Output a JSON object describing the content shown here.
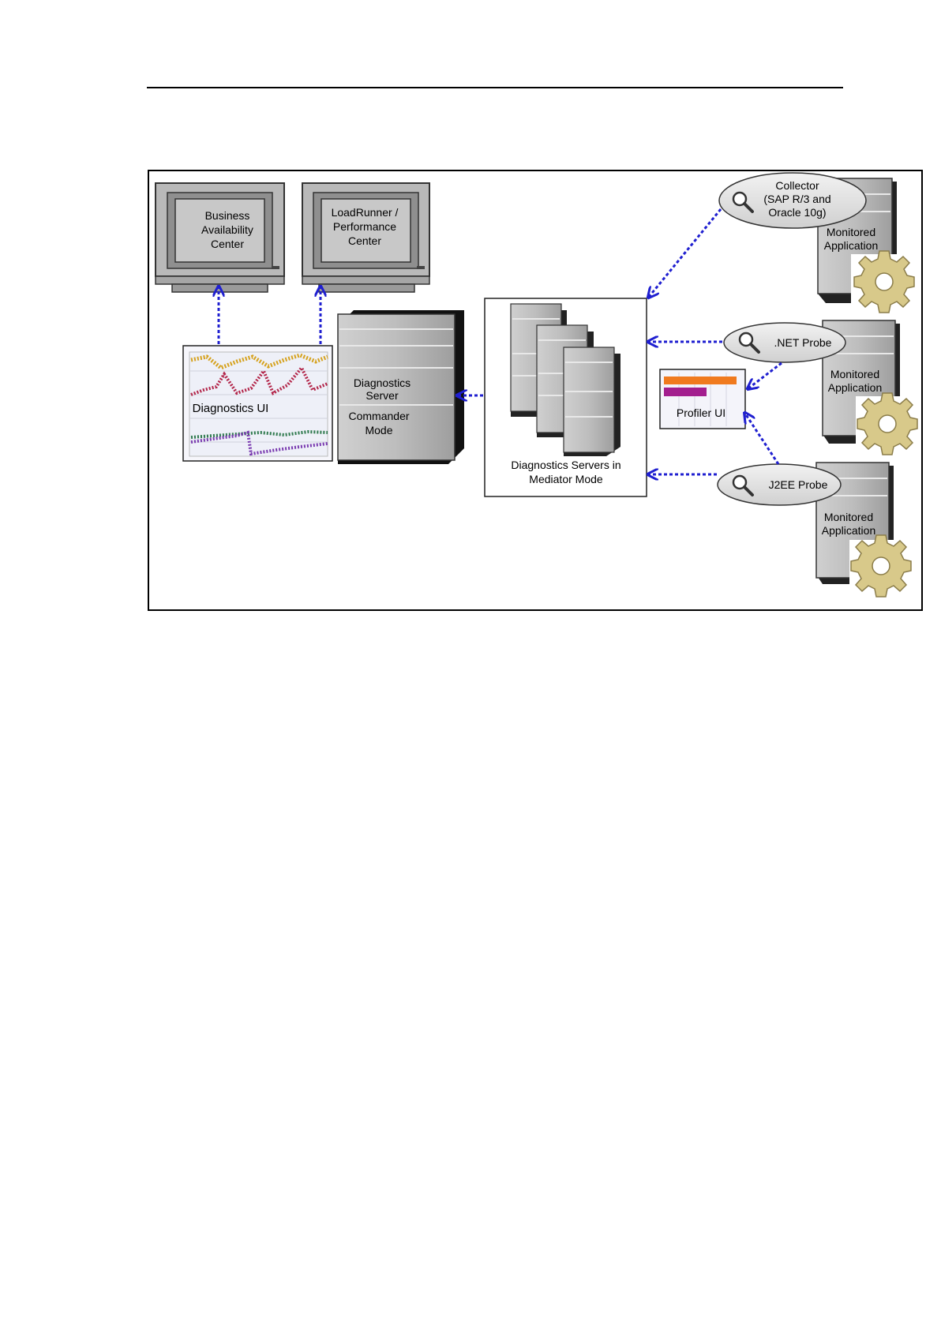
{
  "nodes": {
    "bac": {
      "lines": [
        "Business",
        "Availability",
        "Center"
      ]
    },
    "lrpc": {
      "lines": [
        "LoadRunner /",
        "Performance",
        "Center"
      ]
    },
    "diag_ui": {
      "label": "Diagnostics UI"
    },
    "commander": {
      "server_lines": [
        "Diagnostics",
        "Server"
      ],
      "mode_lines": [
        "Commander",
        "Mode"
      ]
    },
    "mediator": {
      "lines": [
        "Diagnostics Servers in",
        "Mediator Mode"
      ]
    },
    "profiler": {
      "label": "Profiler UI"
    },
    "collector": {
      "lines": [
        "Collector",
        "(SAP R/3 and",
        "Oracle 10g)"
      ]
    },
    "net_probe": {
      "label": ".NET Probe"
    },
    "j2ee_probe": {
      "label": "J2EE Probe"
    },
    "app1": {
      "lines": [
        "Monitored",
        "Application"
      ]
    },
    "app2": {
      "lines": [
        "Monitored",
        "Application"
      ]
    },
    "app3": {
      "lines": [
        "Monitored",
        "Application"
      ]
    }
  },
  "colors": {
    "arrow": "#1f1fd0",
    "server_gray": "#b4b4b4",
    "gear": "#d8c98a",
    "bubble": "#e2e2e2"
  },
  "icons": [
    "magnifier-icon",
    "gear-icon",
    "server-icon",
    "monitor-icon"
  ]
}
